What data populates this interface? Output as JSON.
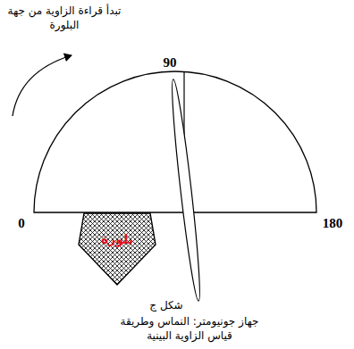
{
  "diagram": {
    "caption": "جهاز جونيومتر: النماس وطريقة قياس الزاوية البينية",
    "nodes": [
      {
        "text": [
          "بلورة"
        ]
      }
    ],
    "labels": [
      "تبدأ قراءة الزاوية من جهة البلورة",
      "90",
      "0",
      "180",
      "شكل ج"
    ]
  }
}
